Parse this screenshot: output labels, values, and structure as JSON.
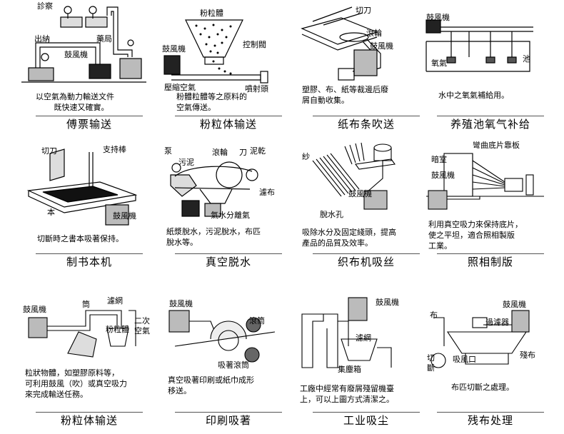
{
  "panels": [
    {
      "title": "傅票输送",
      "labels": [
        "診察",
        "出納",
        "藥局",
        "鼓風機"
      ],
      "description": [
        "以空氣為動力輸送文件",
        "既快速又確實。"
      ]
    },
    {
      "title": "粉粒体输送",
      "labels": [
        "粉粒體",
        "控制閥",
        "鼓風機",
        "壓縮空氣",
        "噴射頭"
      ],
      "description": [
        "粉體粒體等之原料的",
        "空氣傳送。"
      ]
    },
    {
      "title": "纸布条吹送",
      "labels": [
        "切刀",
        "滾輪",
        "鼓風機"
      ],
      "description": [
        "塑膠、布、紙等裁邊后廢",
        "屑自動收集。"
      ]
    },
    {
      "title": "养殖池氧气补给",
      "labels": [
        "鼓風機",
        "氧氣",
        "池"
      ],
      "description": [
        "水中之氧氣補給用。"
      ]
    },
    {
      "title": "制书本机",
      "labels": [
        "切刀",
        "支持棒",
        "本",
        "鼓風機"
      ],
      "description": [
        "切斷時之書本吸著保持。"
      ]
    },
    {
      "title": "真空脱水",
      "labels": [
        "泵",
        "污泥",
        "滾輪",
        "刀",
        "泥乾",
        "濾布",
        "氣水分離氣"
      ],
      "description": [
        "紙漿脫水，污泥脫水，布匹",
        "脫水等。"
      ]
    },
    {
      "title": "织布机吸丝",
      "labels": [
        "紗",
        "鼓風機",
        "脫水孔"
      ],
      "description": [
        "吸除水分及固定綫頭，提高",
        "產品的品質及效率。"
      ]
    },
    {
      "title": "照相制版",
      "labels": [
        "彎曲底片靠板",
        "暗室",
        "鼓風機"
      ],
      "description": [
        "利用真空吸力來保持底片，",
        "使之平坦，適合照相製版",
        "工業。"
      ]
    },
    {
      "title": "粉粒体输送",
      "labels": [
        "鼓風機",
        "筒",
        "濾網",
        "二次",
        "空氣",
        "粉粒體"
      ],
      "description": [
        "粒狀物體，如塑膠原料等，",
        "可利用鼓風（吹）或真空吸力",
        "來完成輸送任務。"
      ]
    },
    {
      "title": "印刷吸著",
      "labels": [
        "鼓風機",
        "滾筒",
        "吸著滾筒"
      ],
      "description": [
        "真空吸著印刷或紙巾成形",
        "移送。"
      ]
    },
    {
      "title": "工业吸尘",
      "labels": [
        "鼓風機",
        "濾網",
        "集塵箱"
      ],
      "description": [
        "工廠中經常有廢屑殘留機臺",
        "上，可以上圖方式清潔之。"
      ]
    },
    {
      "title": "残布处理",
      "labels": [
        "布",
        "鼓風機",
        "過濾器",
        "切",
        "斷",
        "吸風口",
        "殘布"
      ],
      "description": [
        "布匹切斷之處理。"
      ]
    }
  ]
}
